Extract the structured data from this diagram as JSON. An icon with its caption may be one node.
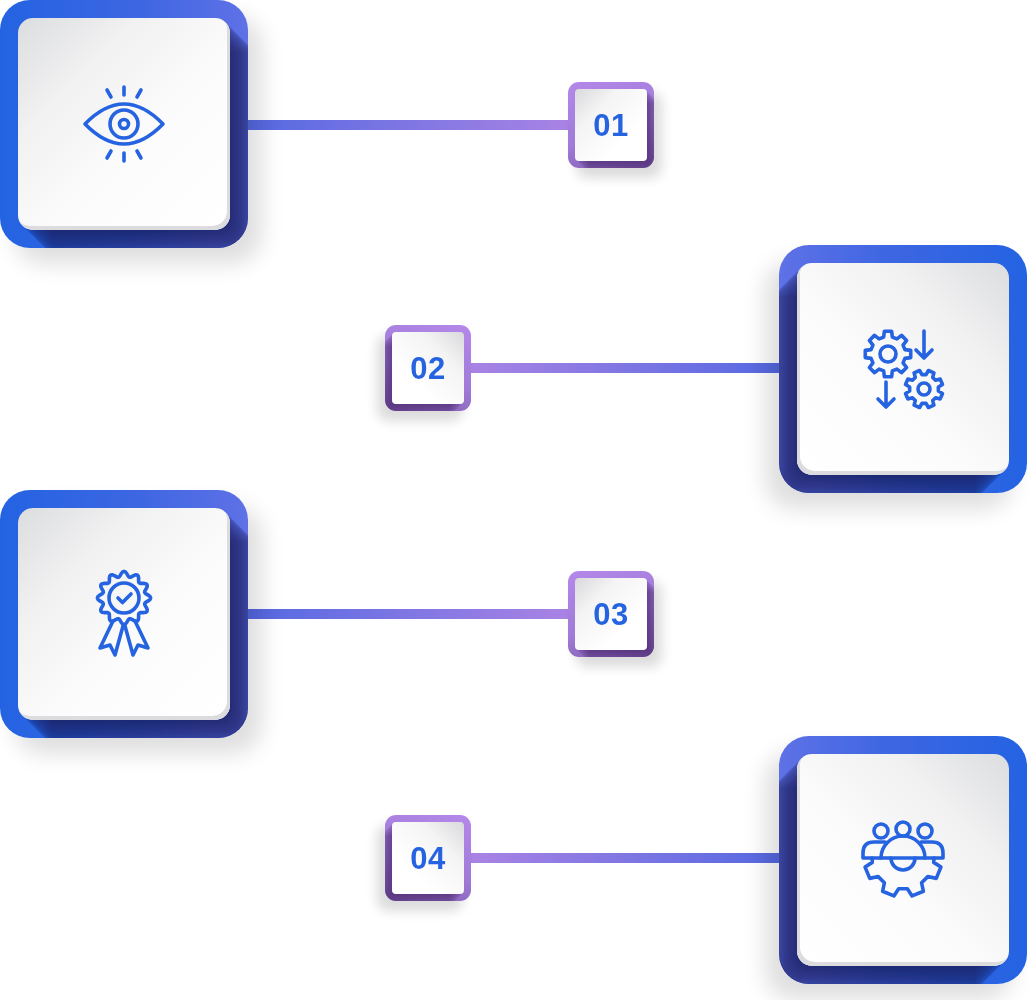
{
  "diagram": {
    "nodes": [
      {
        "text": [],
        "shape": "box"
      },
      {
        "text": [
          "01"
        ]
      },
      {
        "text": [
          "02"
        ]
      },
      {
        "text": [],
        "shape": "box"
      },
      {
        "text": [],
        "shape": "box"
      },
      {
        "text": [
          "03"
        ]
      },
      {
        "text": [
          "04"
        ]
      },
      {
        "text": [],
        "shape": "box"
      }
    ],
    "edges": [
      {
        "from": 0,
        "to": 1,
        "arrow": "none"
      },
      {
        "from": 3,
        "to": 2,
        "arrow": "none"
      },
      {
        "from": 4,
        "to": 5,
        "arrow": "none"
      },
      {
        "from": 7,
        "to": 6,
        "arrow": "none"
      }
    ]
  }
}
